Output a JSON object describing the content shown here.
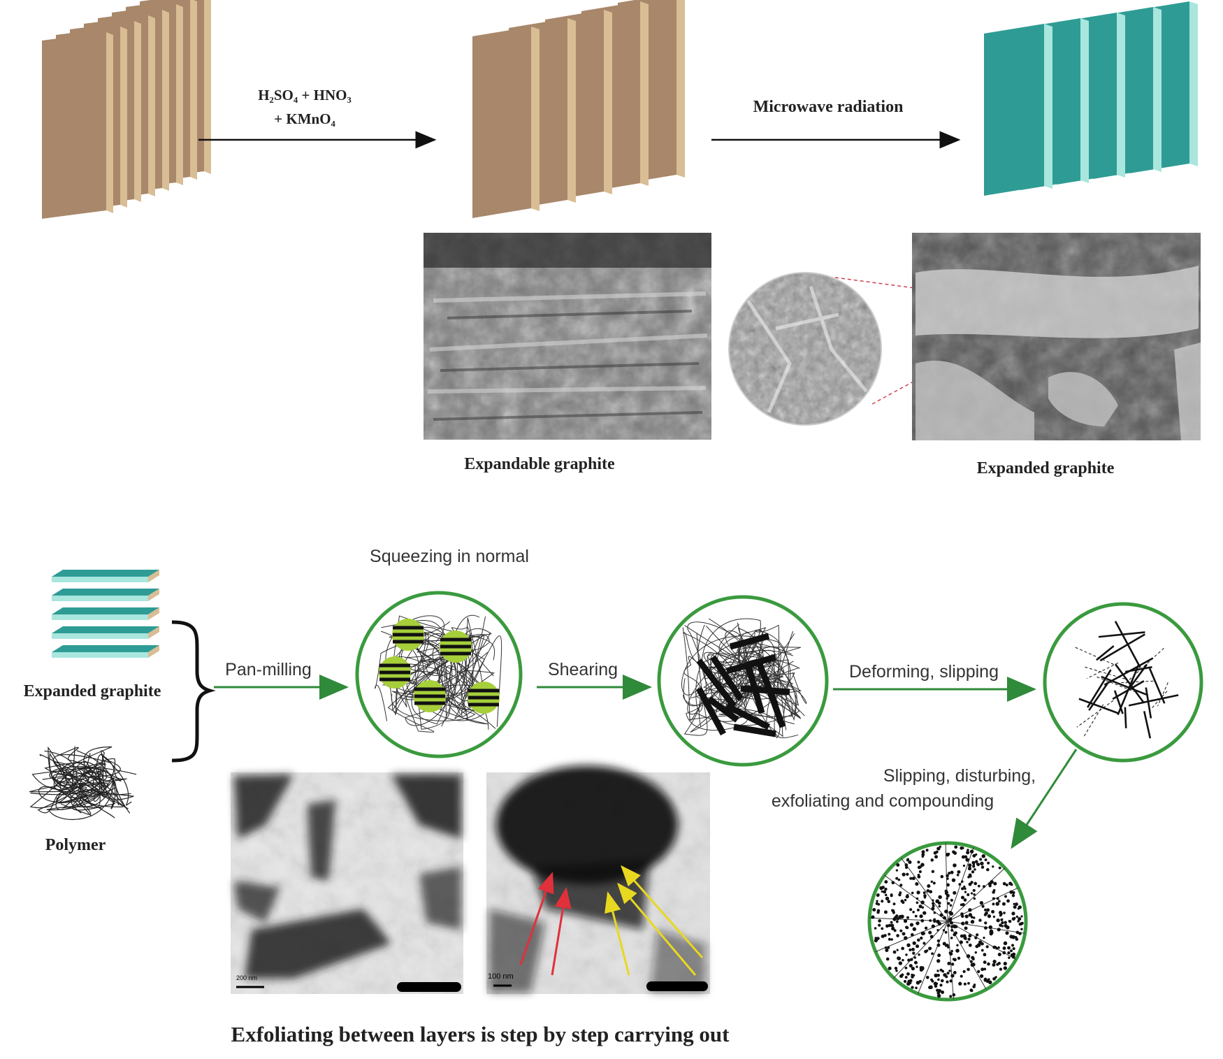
{
  "top_process": {
    "step1_reagent_line1": "H₂SO₄ + HNO₃",
    "step1_reagent_line2": "+ KMnO₄",
    "step2_label": "Microwave radiation",
    "sem_left_caption": "Expandable graphite",
    "sem_right_caption": "Expanded graphite"
  },
  "bottom_process": {
    "input_graphite_label": "Expanded graphite",
    "input_polymer_label": "Polymer",
    "step_panmilling": "Pan-milling",
    "step_squeezing": "Squeezing in normal",
    "step_shearing": "Shearing",
    "step_deforming": "Deforming, slipping",
    "step_final_line1": "Slipping, disturbing,",
    "step_final_line2": "exfoliating and  compounding",
    "tem_left_scale": "200 nm",
    "tem_right_scale": "100 nm",
    "caption": "Exfoliating between layers is step by step carrying out"
  },
  "colors": {
    "graphite_brown": "#a8876a",
    "graphite_edge": "#d9bd95",
    "expanded_teal": "#2e9c94",
    "expanded_edge": "#a8e6de",
    "circle_green": "#3a9a3e",
    "arrow_green": "#2f8a3a",
    "particle_green": "#a6cf3a",
    "red_arrow": "#e0303a",
    "yellow_arrow": "#e8d820"
  }
}
